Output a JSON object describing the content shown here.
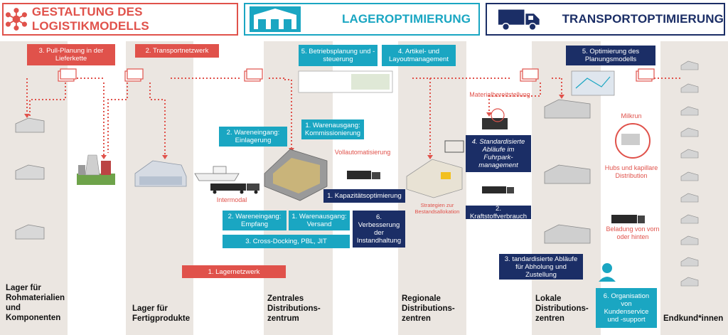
{
  "headers": {
    "gestaltung": "GESTALTUNG DES LOGISTIKMODELLS",
    "lager": "LAGEROPTIMIERUNG",
    "transport": "TRANSPORTOPTIMIERUNG"
  },
  "colors": {
    "red": "#e0524b",
    "teal": "#1aa6c2",
    "navy": "#1b2e66",
    "band": "#ebe6e1"
  },
  "red_boxes": {
    "pull": "3. Pull-Planung in der Lieferkette",
    "transportnetz": "2. Transportnetzwerk",
    "lagernetz": "1. Lagernetzwerk"
  },
  "teal_boxes": {
    "betrieb": "5. Betriebsplanung und -steuerung",
    "artikel": "4. Artikel- und Layoutmanagement",
    "we_einlagerung": "2. Wareneingang: Einlagerung",
    "wa_komm": "1. Warenausgang: Kommissionierung",
    "we_empfang": "2. Wareneingang: Empfang",
    "wa_versand": "1. Warenausgang: Versand",
    "crossdock": "3. Cross-Docking, PBL, JIT",
    "kundenservice": "6. Organisation von Kundenservice und -support"
  },
  "navy_boxes": {
    "planung": "5. Optimierung des Planungsmodells",
    "fuhrpark": "4. Standardisierte Abläufe im Fuhrpark-management",
    "kapazitaet": "1. Kapazitätsoptimierung",
    "kraftstoff": "2. Kraftstoffverbrauch",
    "instandhaltung": "6. Verbesserung der Instandhaltung",
    "abholung": "3. tandardisierte Abläufe für Abholung und Zustellung"
  },
  "red_labels": {
    "intermodal": "Intermodal",
    "vollauto": "Vollautomatisierung",
    "strategien": "Strategien zur Bestandsallokation",
    "material": "Materialbereitstellung",
    "milkrun": "Milkrun",
    "hubs": "Hubs und kapillare Distribution",
    "beladung": "Beladung von vorn oder hinten"
  },
  "columns": {
    "rohmaterial": "Lager für Rohmaterialien und Komponenten",
    "fertig": "Lager für Fertigprodukte",
    "zentral": "Zentrales Distributions-zentrum",
    "regional": "Regionale Distributions-zentren",
    "lokal": "Lokale Distributions-zentren",
    "endkunde": "Endkund*innen"
  }
}
